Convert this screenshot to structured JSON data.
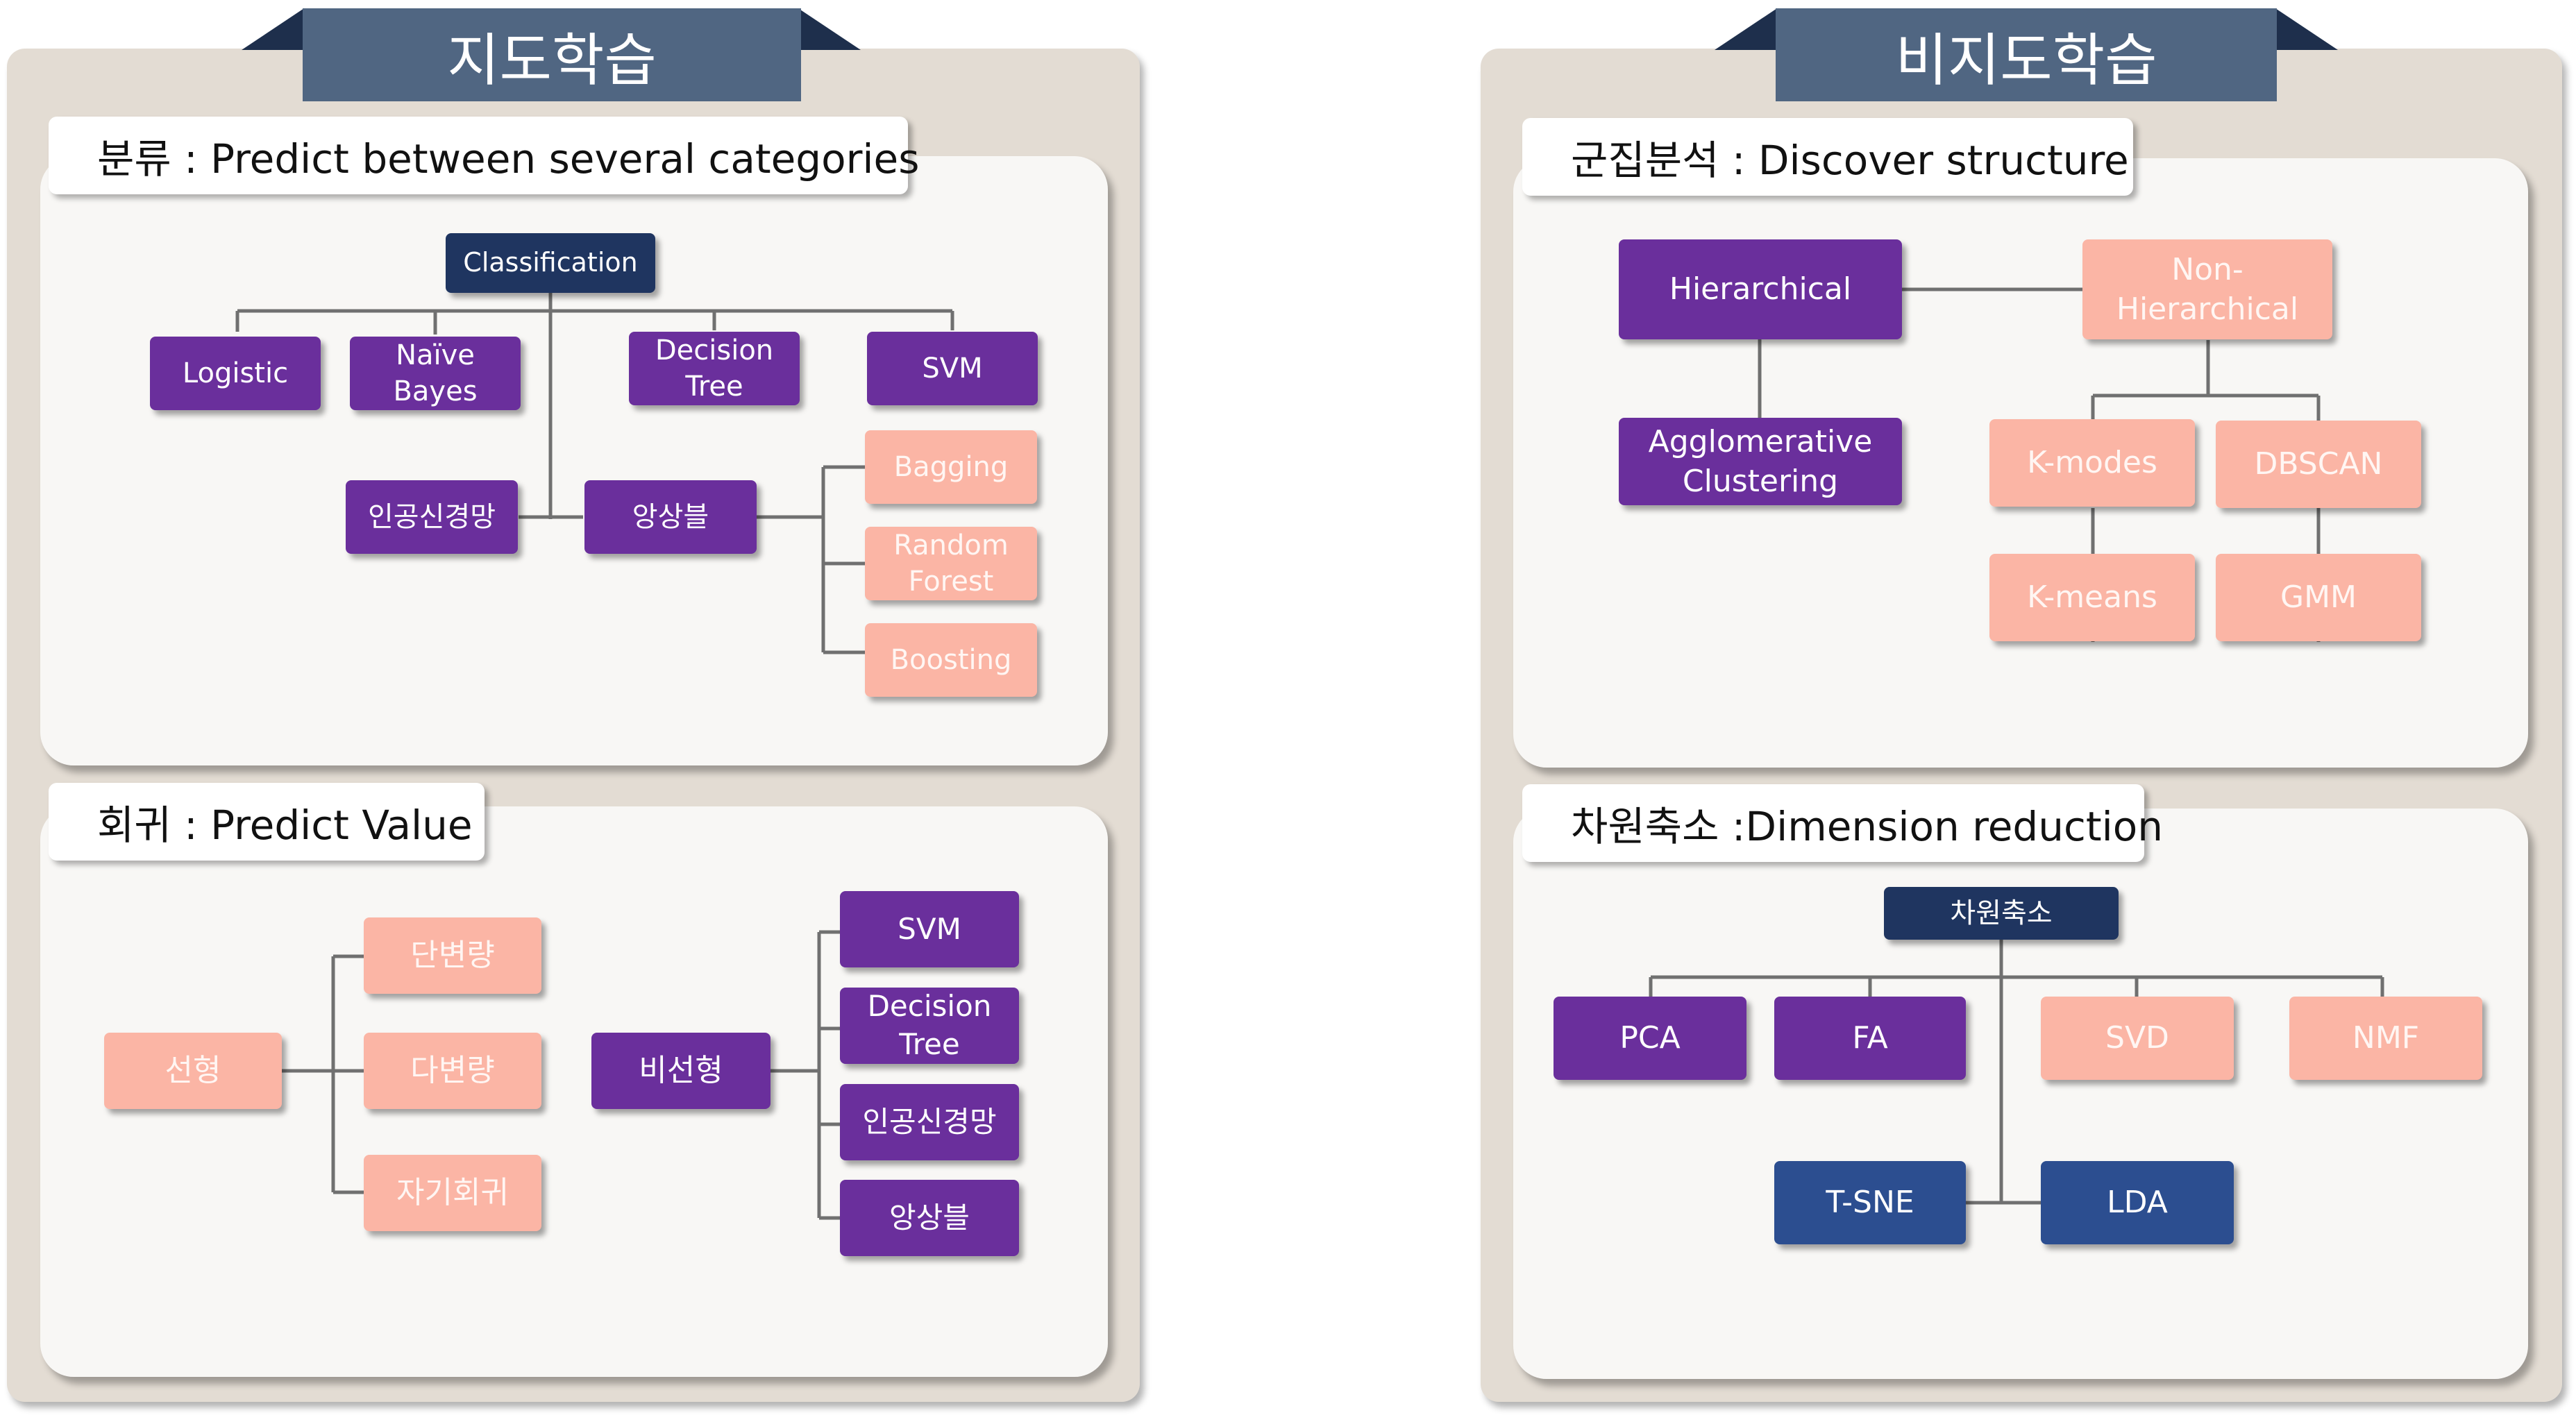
{
  "supervised": {
    "title": "지도학습",
    "classification": {
      "label": "분류 : Predict between several categories",
      "root": "Classification",
      "logistic": "Logistic",
      "naive_bayes": "Naı̈ve\nBayes",
      "decision_tree": "Decision\nTree",
      "svm": "SVM",
      "ann": "인공신경망",
      "ensemble": "앙상블",
      "bagging": "Bagging",
      "random_forest": "Random\nForest",
      "boosting": "Boosting"
    },
    "regression": {
      "label": "회귀 : Predict Value",
      "linear": "선형",
      "univariate": "단변량",
      "multivariate": "다변량",
      "autoregressive": "자기회귀",
      "nonlinear": "비선형",
      "svm": "SVM",
      "decision_tree": "Decision\nTree",
      "ann": "인공신경망",
      "ensemble": "앙상블"
    }
  },
  "unsupervised": {
    "title": "비지도학습",
    "clustering": {
      "label": "군집분석 : Discover structure",
      "hierarchical": "Hierarchical",
      "non_hierarchical": "Non-\nHierarchical",
      "agglomerative": "Agglomerative\nClustering",
      "kmodes": "K-modes",
      "dbscan": "DBSCAN",
      "kmeans": "K-means",
      "gmm": "GMM"
    },
    "dimension_reduction": {
      "label": "차원축소 :Dimension reduction",
      "root": "차원축소",
      "pca": "PCA",
      "fa": "FA",
      "svd": "SVD",
      "nmf": "NMF",
      "tsne": "T-SNE",
      "lda": "LDA"
    }
  },
  "colors": {
    "panel": "#e3dcd3",
    "banner": "#506682",
    "purple_node": "#6a2f9c",
    "pink_node": "#fbb5a5",
    "navy_node": "#1f3560",
    "blue_node": "#2c4e90",
    "connector": "#707070"
  }
}
